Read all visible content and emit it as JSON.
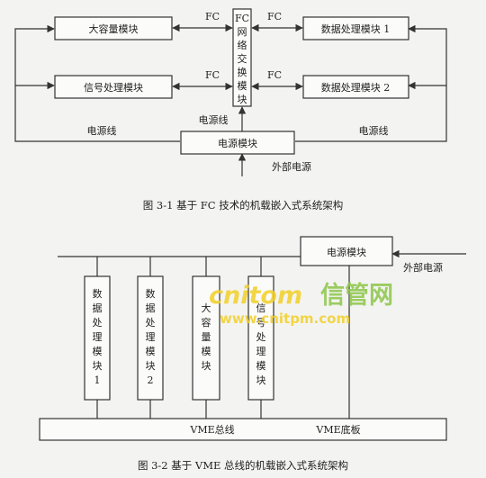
{
  "diagram1": {
    "modules": {
      "mass_storage": "大容量模块",
      "signal_processing": "信号处理模块",
      "data_proc_1": "数据处理模块 1",
      "data_proc_2": "数据处理模块 2",
      "fc_switch": [
        "FC",
        "网",
        "络",
        "交",
        "换",
        "模",
        "块"
      ],
      "power": "电源模块"
    },
    "links": {
      "fc_top_left": "FC",
      "fc_top_right": "FC",
      "fc_mid_left": "FC",
      "fc_mid_right": "FC",
      "power_line_left": "电源线",
      "power_line_center": "电源线",
      "power_line_right": "电源线",
      "external_power": "外部电源"
    },
    "caption": "图 3-1   基于 FC 技术的机载嵌入式系统架构"
  },
  "diagram2": {
    "power": "电源模块",
    "external_power": "外部电源",
    "cards": [
      [
        "数",
        "据",
        "处",
        "理",
        "模",
        "块",
        "1"
      ],
      [
        "数",
        "据",
        "处",
        "理",
        "模",
        "块",
        "2"
      ],
      [
        "大",
        "容",
        "量",
        "模",
        "块"
      ],
      [
        "信",
        "号",
        "处",
        "理",
        "模",
        "块"
      ]
    ],
    "bus": "VME总线",
    "backplane": "VME底板",
    "caption": "图 3-2   基于 VME 总线的机载嵌入式系统架构"
  },
  "watermark": {
    "brand_latin": "cnitom",
    "brand_cn": "信管网",
    "url": "www.cnitpm.com"
  }
}
